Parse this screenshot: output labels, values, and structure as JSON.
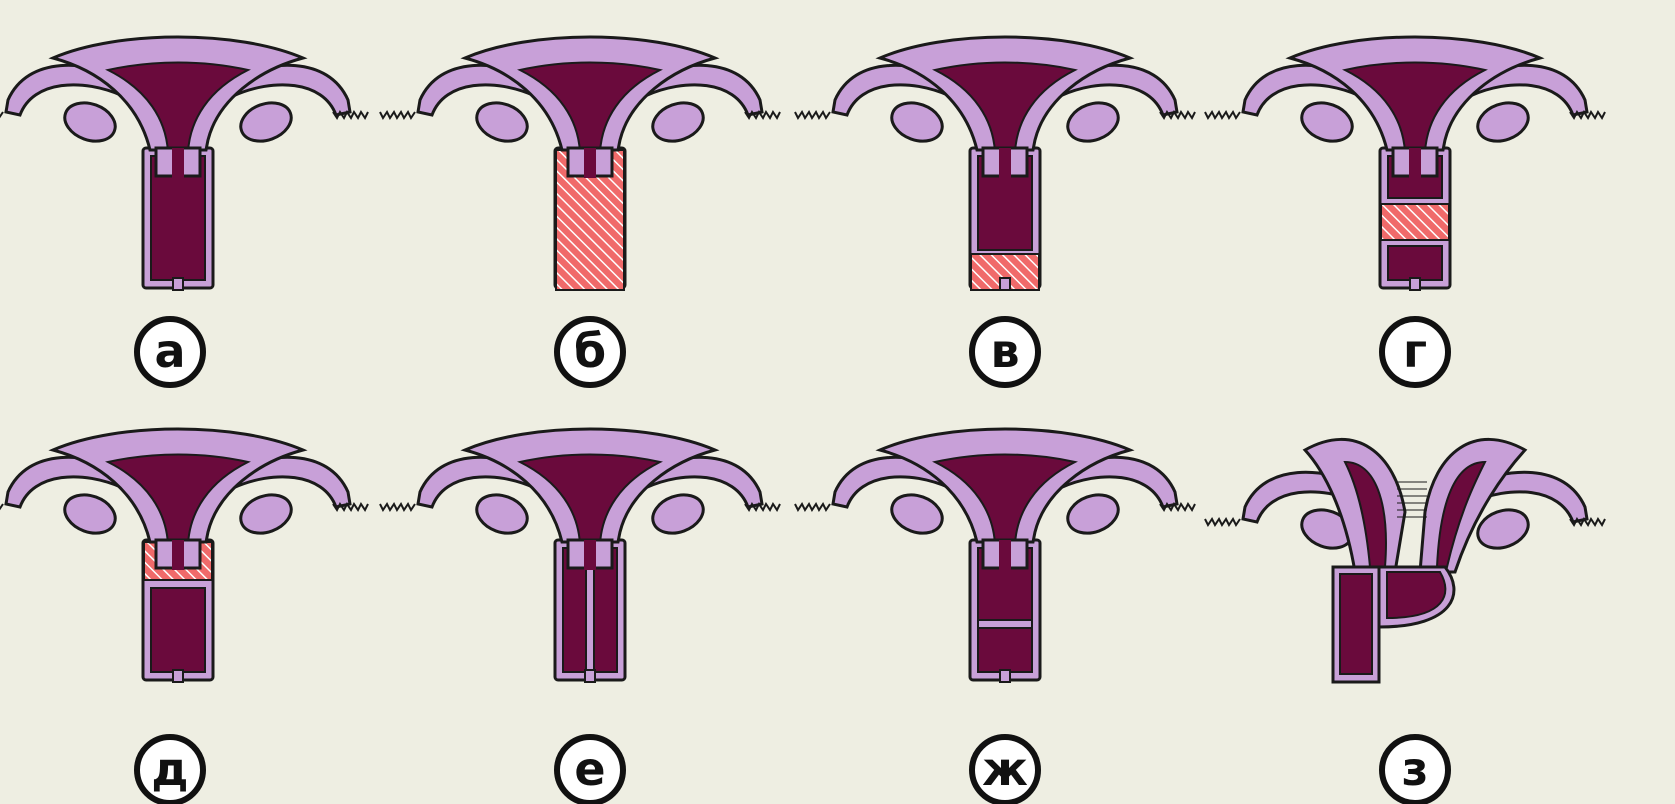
{
  "colors": {
    "background": "#eeeee2",
    "tissue": "#c8a0d8",
    "cavity": "#6a0a3c",
    "outline": "#1a1a1a",
    "atresia": "#f06a6a",
    "hatch_line": "#ffffff",
    "label_ring": "#111111",
    "label_fill": "#ffffff"
  },
  "panels": [
    {
      "label": "а",
      "variant": "normal-vagina"
    },
    {
      "label": "б",
      "variant": "complete-vaginal-atresia"
    },
    {
      "label": "в",
      "variant": "lower-vaginal-atresia"
    },
    {
      "label": "г",
      "variant": "middle-vaginal-atresia"
    },
    {
      "label": "д",
      "variant": "upper-vaginal-atresia"
    },
    {
      "label": "е",
      "variant": "longitudinal-vaginal-septum"
    },
    {
      "label": "ж",
      "variant": "transverse-vaginal-septum"
    },
    {
      "label": "з",
      "variant": "duplicated-uterus-with-blind-hemivagina"
    }
  ]
}
